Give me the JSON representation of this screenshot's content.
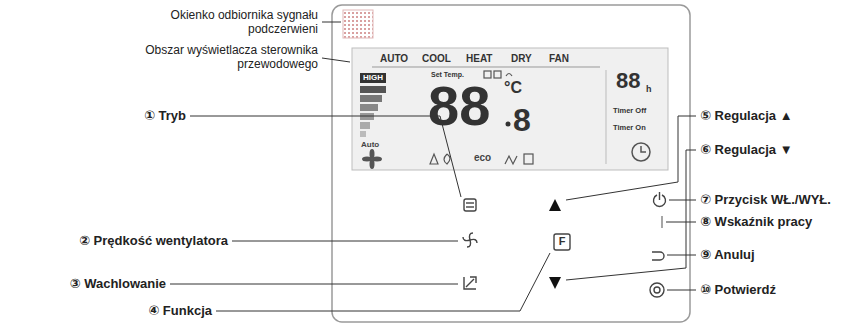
{
  "diagram": {
    "labels": [
      "Okienko odbiornika sygnału podczerwieni",
      "Obszar wyświetlacza sterownika przewodowego",
      "① Tryb",
      "② Prędkość wentylatora",
      "③ Wachlowanie",
      "④ Funkcja",
      "⑤ Regulacja ▲",
      "⑥ Regulacja ▼",
      "⑦ Przycisk WŁ./WYŁ.",
      "⑧ Wskaźnik pracy",
      "⑨ Anuluj",
      "⑩ Potwierdź",
      "AUTO",
      "COOL",
      "HEAT",
      "DRY",
      "FAN",
      "HIGH",
      "Auto",
      "Set Temp.",
      "88",
      "°C",
      "8",
      "eco",
      "88",
      "h",
      "Timer Off",
      "Timer On",
      "F"
    ]
  }
}
